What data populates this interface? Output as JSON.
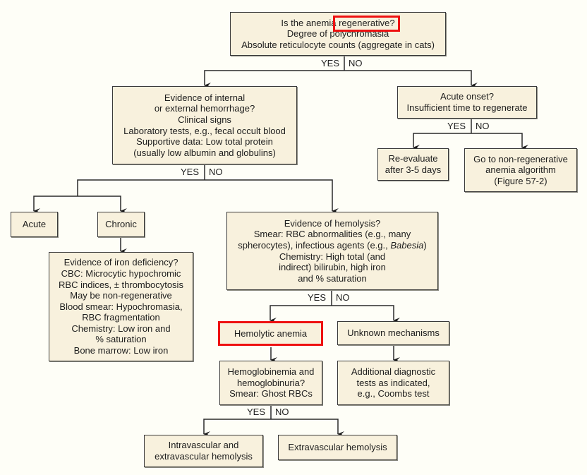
{
  "diagram": {
    "title": "Anemia diagnostic algorithm",
    "highlight_color": "#ee1111",
    "branch_labels": {
      "yes": "YES",
      "no": "NO"
    },
    "nodes": {
      "regenerative": {
        "lines": [
          "Is the anemia regenerative?",
          "Degree of polychromasia",
          "Absolute reticulocyte counts (aggregate in cats)"
        ],
        "highlighted_text": "regenerative?"
      },
      "hemorrhage": {
        "lines": [
          "Evidence of internal",
          "or external hemorrhage?",
          "Clinical signs",
          "Laboratory tests, e.g., fecal occult blood",
          "Supportive data: Low total protein",
          "(usually low albumin and globulins)"
        ]
      },
      "acute_onset": {
        "lines": [
          "Acute onset?",
          "Insufficient time to regenerate"
        ]
      },
      "reevaluate": {
        "lines": [
          "Re-evaluate",
          "after 3-5 days"
        ]
      },
      "non_regenerative": {
        "lines": [
          "Go to non-regenerative",
          "anemia algorithm",
          "(Figure 57-2)"
        ]
      },
      "acute": {
        "lines": [
          "Acute"
        ]
      },
      "chronic": {
        "lines": [
          "Chronic"
        ]
      },
      "iron_deficiency": {
        "lines": [
          "Evidence of iron deficiency?",
          "CBC: Microcytic hypochromic",
          "RBC indices, ± thrombocytosis",
          "May be non-regenerative",
          "Blood smear: Hypochromasia,",
          "RBC fragmentation",
          "Chemistry: Low iron and",
          "% saturation",
          "Bone marrow: Low iron"
        ]
      },
      "hemolysis": {
        "lines": [
          "Evidence of hemolysis?",
          "Smear: RBC abnormalities (e.g., many",
          "spherocytes), infectious agents (e.g., ",
          "Chemistry: High total (and",
          "indirect) bilirubin, high iron",
          "and % saturation"
        ],
        "italic_term": "Babesia",
        "line3_suffix": ")"
      },
      "hemolytic_anemia": {
        "lines": [
          "Hemolytic anemia"
        ],
        "highlighted": true
      },
      "unknown_mechanisms": {
        "lines": [
          "Unknown mechanisms"
        ]
      },
      "hemoglobinemia": {
        "lines": [
          "Hemoglobinemia and",
          "hemoglobinuria?",
          "Smear: Ghost RBCs"
        ]
      },
      "additional_tests": {
        "lines": [
          "Additional diagnostic",
          "tests as indicated,",
          "e.g., Coombs test"
        ]
      },
      "intravascular": {
        "lines": [
          "Intravascular and",
          "extravascular hemolysis"
        ]
      },
      "extravascular": {
        "lines": [
          "Extravascular hemolysis"
        ]
      }
    }
  }
}
